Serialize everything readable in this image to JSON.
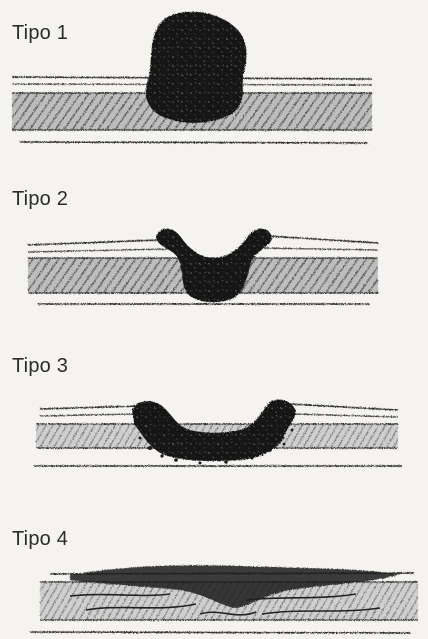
{
  "panels": [
    {
      "label": "Tipo 1"
    },
    {
      "label": "Tipo 2"
    },
    {
      "label": "Tipo 3"
    },
    {
      "label": "Tipo 4"
    }
  ],
  "colors": {
    "background": "#f4f3ef",
    "ink": "#1d1d1d",
    "lesion": "#161616",
    "hatch": "#6f6f6f"
  }
}
